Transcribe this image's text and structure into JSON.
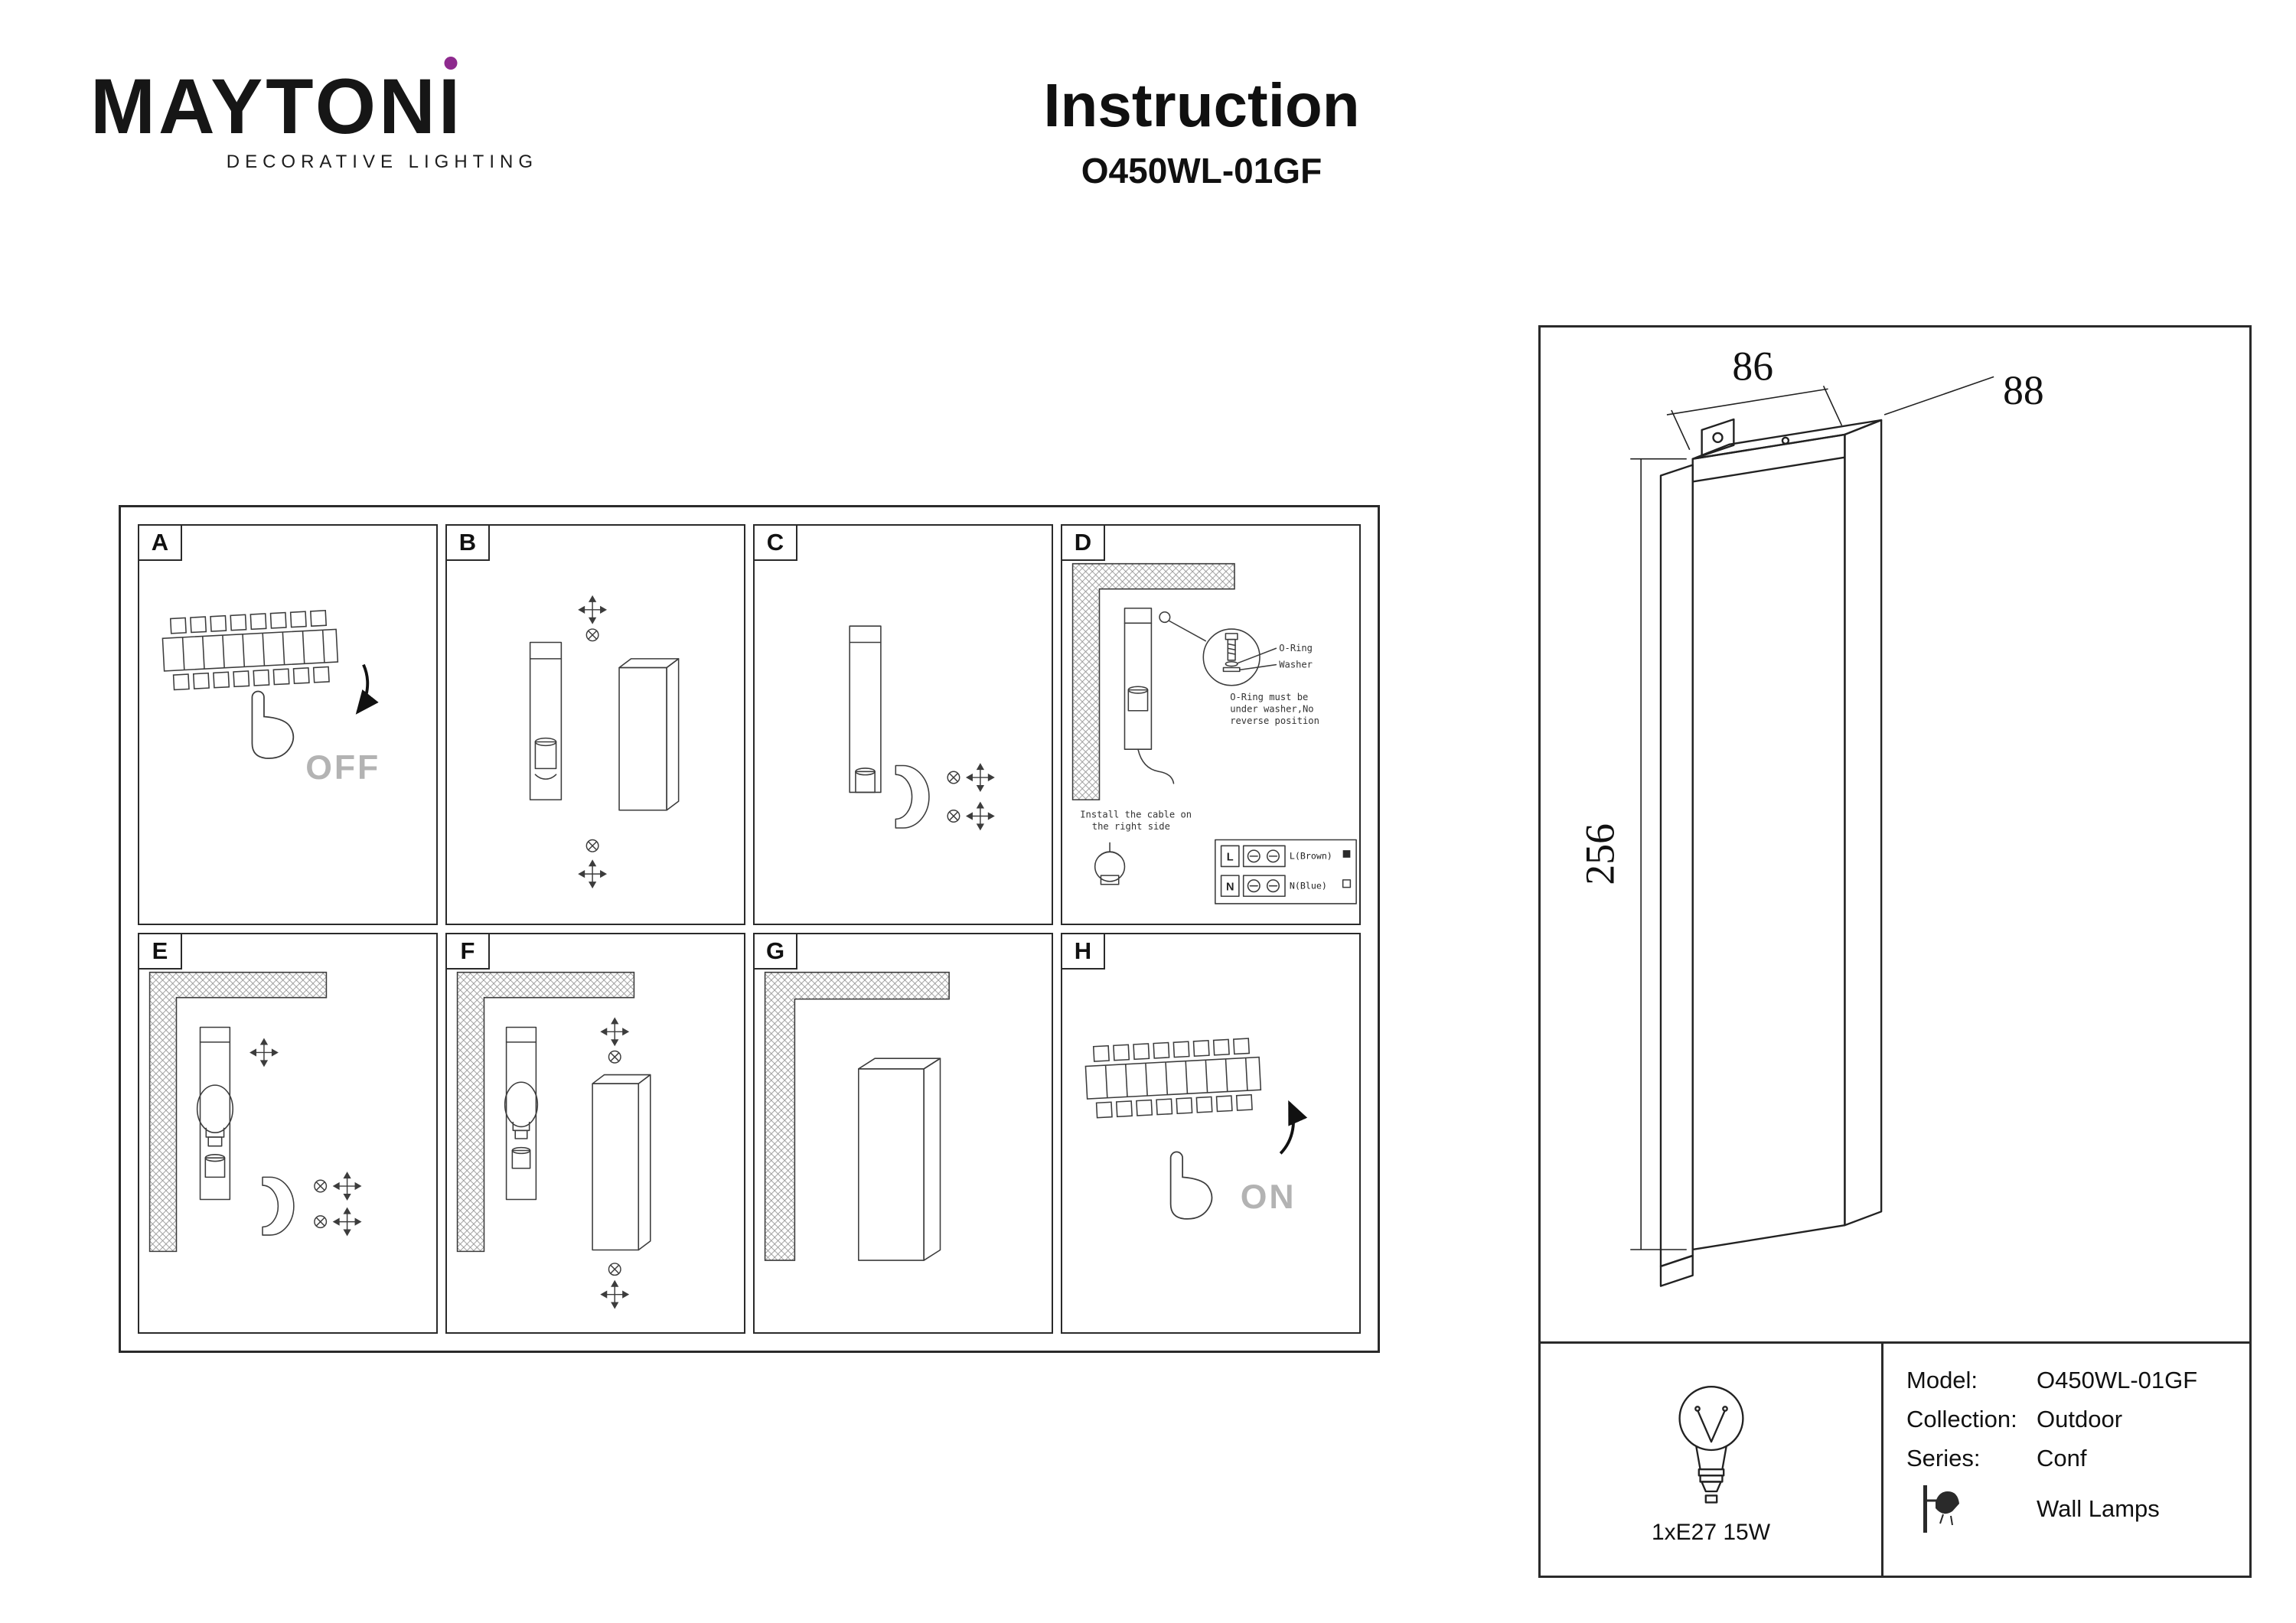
{
  "brand": {
    "logo_main": "MAYTON",
    "logo_i": "I",
    "tagline": "DECORATIVE LIGHTING",
    "accent": "#8e2a8e"
  },
  "header": {
    "title": "Instruction",
    "model": "O450WL-01GF"
  },
  "steps": {
    "labels": [
      "A",
      "B",
      "C",
      "D",
      "E",
      "F",
      "G",
      "H"
    ],
    "power_off": "OFF",
    "power_on": "ON",
    "detail": {
      "oring": "O-Ring",
      "washer": "Washer",
      "note_lines": [
        "O-Ring must be",
        "under washer,No",
        "reverse position"
      ],
      "cable_lines": [
        "Install the cable on",
        "the right side"
      ],
      "terminal_l": "L",
      "terminal_n": "N",
      "live": "L(Brown)",
      "neutral": "N(Blue)"
    }
  },
  "dimensions": {
    "width": "86",
    "depth": "88",
    "height": "256"
  },
  "specs": {
    "lamp": "1xE27 15W",
    "fields": [
      {
        "label": "Model:",
        "value": "O450WL-01GF"
      },
      {
        "label": "Collection:",
        "value": "Outdoor"
      },
      {
        "label": "Series:",
        "value": "Conf"
      }
    ],
    "category": "Wall Lamps"
  }
}
